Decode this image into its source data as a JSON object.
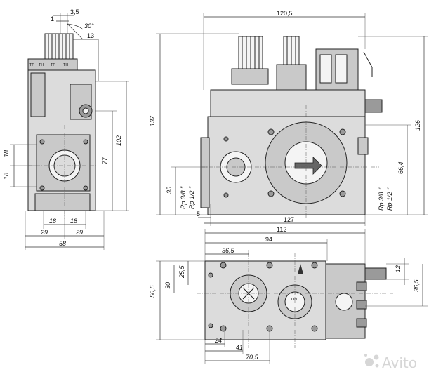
{
  "left_view": {
    "dims": {
      "d_3_5": "3,5",
      "d_1": "1",
      "angle_30": "30°",
      "d_13": "13",
      "d_102": "102",
      "d_77": "77",
      "d_18_v1": "18",
      "d_18_v2": "18",
      "d_18_h1": "18",
      "d_18_h2": "18",
      "d_29_a": "29",
      "d_29_b": "29",
      "d_58": "58"
    },
    "terminals": [
      "TP",
      "TH",
      "TP",
      "TH"
    ]
  },
  "front_view": {
    "dims": {
      "d_120_5": "120,5",
      "d_137": "137",
      "d_126": "126",
      "d_35": "35",
      "d_66_4": "66,4",
      "d_5": "5",
      "d_127": "127"
    },
    "thread_labels": {
      "left_a": "Rp 3/8 \"",
      "left_b": "Rp 1/2 \"",
      "right_a": "Rp 3/8 \"",
      "right_b": "Rp 1/2 \""
    }
  },
  "bottom_view": {
    "dims": {
      "d_112": "112",
      "d_94": "94",
      "d_36_5_a": "36,5",
      "d_25_5": "25,5",
      "d_50_5": "50,5",
      "d_30": "30",
      "d_12": "12",
      "d_36_5_b": "36,5",
      "d_24": "24",
      "d_41": "41",
      "d_70_5": "70,5"
    },
    "knob_text": "ON"
  },
  "watermark": "Avito"
}
